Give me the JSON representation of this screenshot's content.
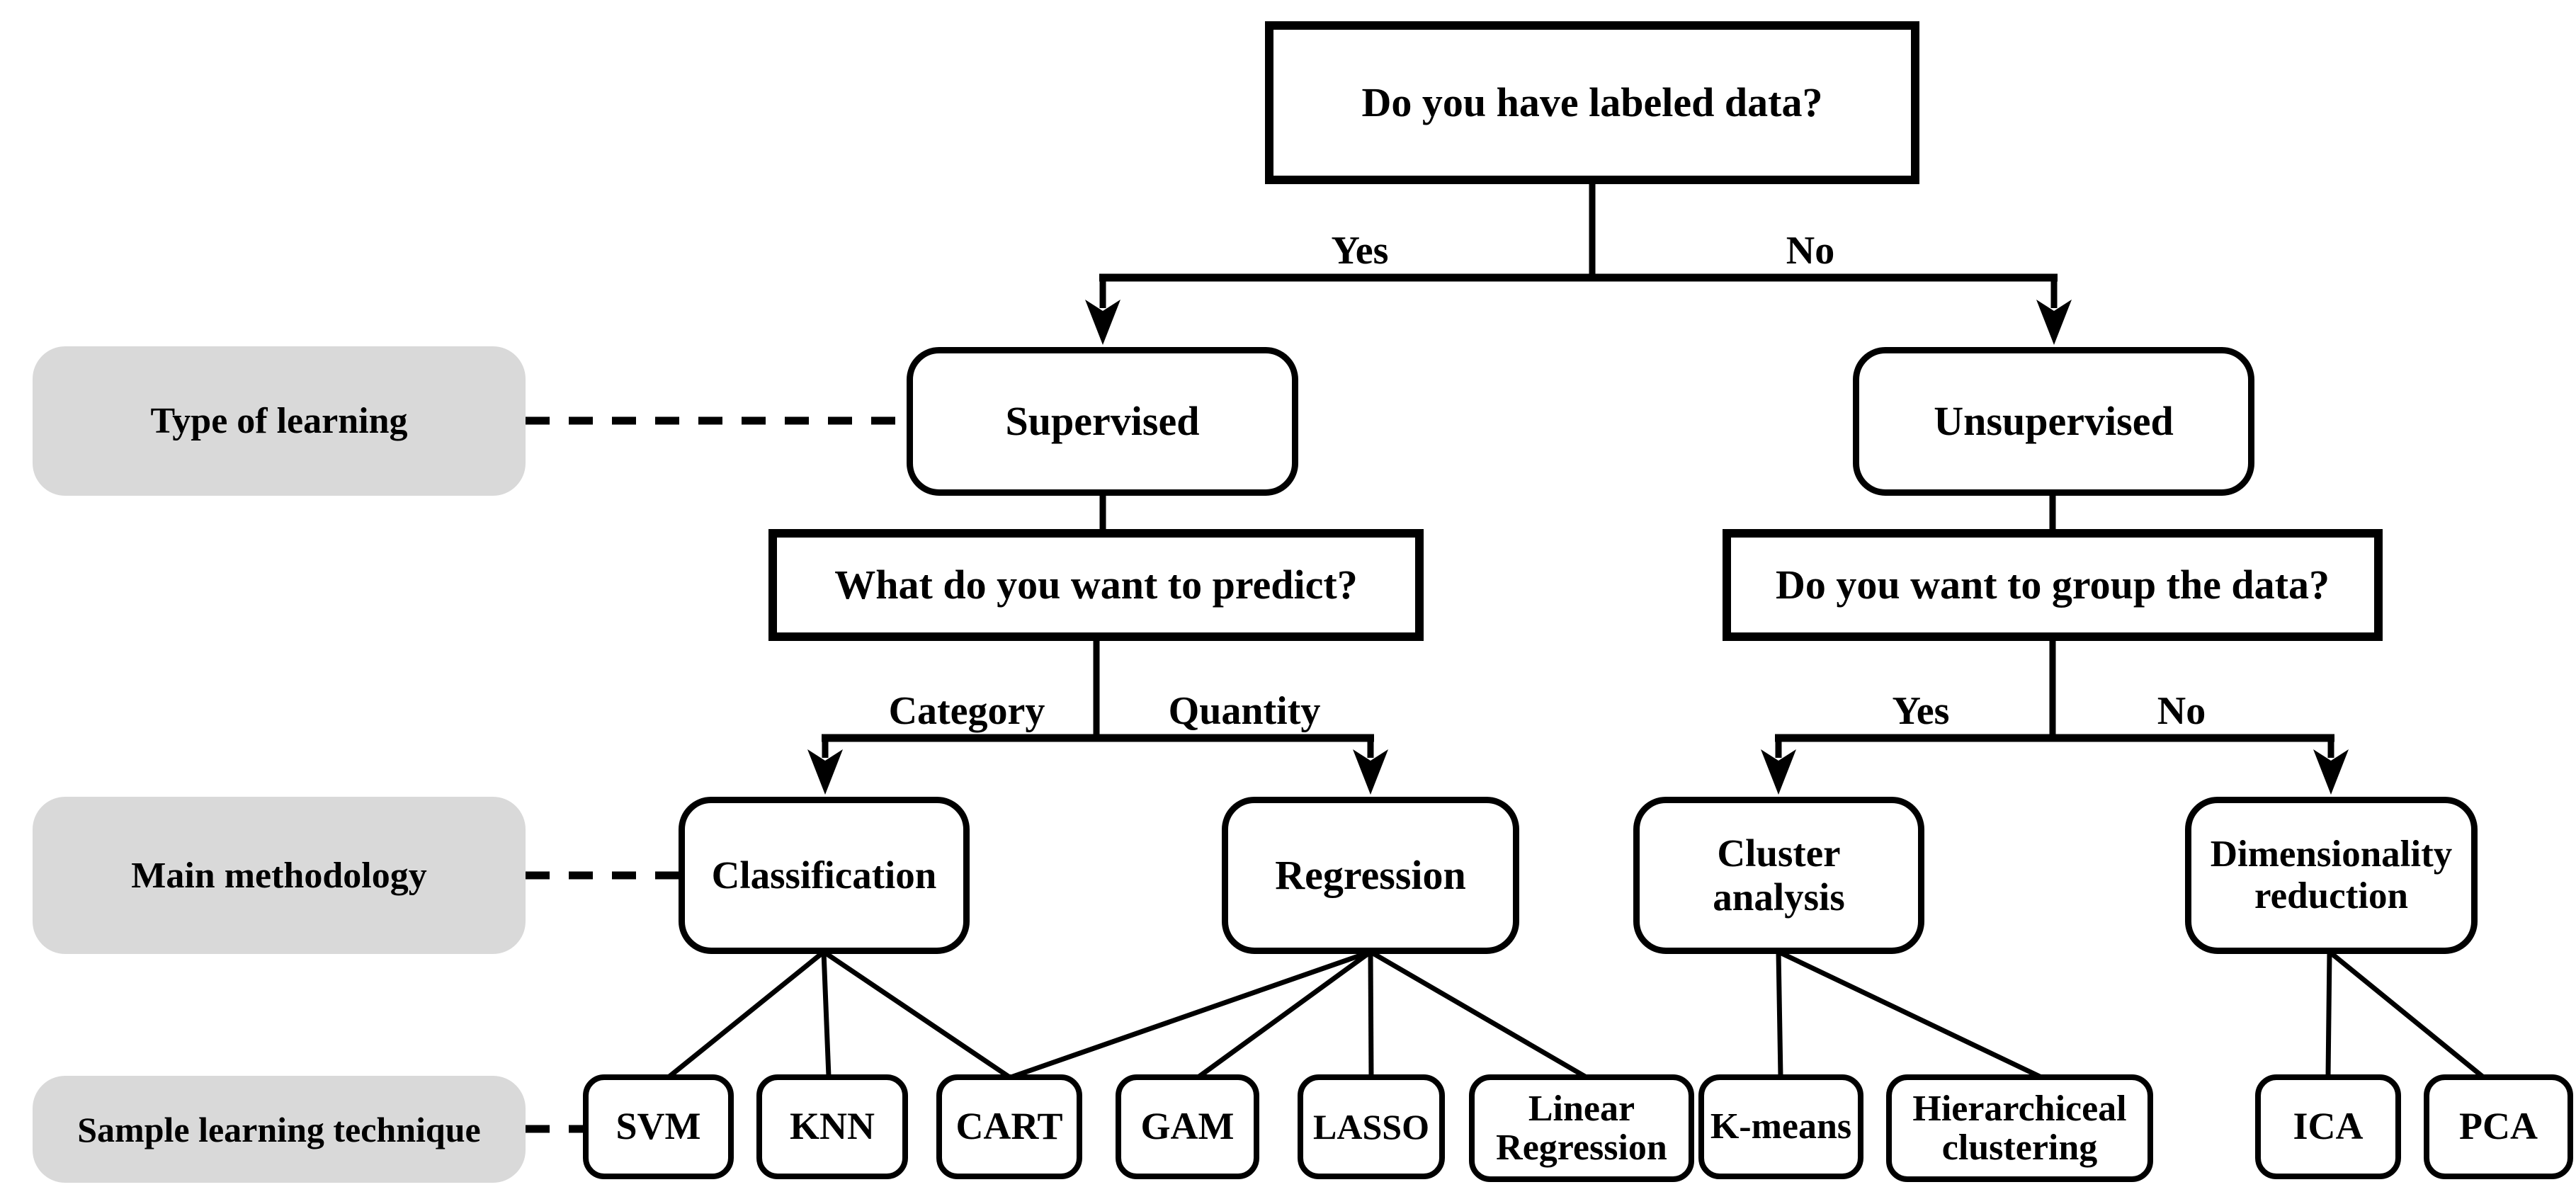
{
  "diagram": {
    "colors": {
      "background": "#ffffff",
      "line": "#000000",
      "row_label_fill": "#d9d9d9",
      "node_fill": "#ffffff",
      "text": "#000000"
    },
    "row_labels": {
      "type_of_learning": "Type of learning",
      "main_methodology": "Main methodology",
      "sample_learning_technique": "Sample learning technique"
    },
    "questions": {
      "labeled_data": "Do you have labeled data?",
      "predict": "What do you want to predict?",
      "group": "Do you want to group the data?"
    },
    "branches": {
      "labeled_yes": "Yes",
      "labeled_no": "No",
      "predict_category": "Category",
      "predict_quantity": "Quantity",
      "group_yes": "Yes",
      "group_no": "No"
    },
    "nodes": {
      "supervised": "Supervised",
      "unsupervised": "Unsupervised",
      "classification": "Classification",
      "regression": "Regression",
      "cluster_analysis": "Cluster\nanalysis",
      "dimensionality_reduction": "Dimensionality\nreduction"
    },
    "techniques": {
      "svm": "SVM",
      "knn": "KNN",
      "cart": "CART",
      "gam": "GAM",
      "lasso": "LASSO",
      "linear_regression": "Linear\nRegression",
      "kmeans": "K-means",
      "hierarchical_clustering": "Hierarchiceal\nclustering",
      "ica": "ICA",
      "pca": "PCA"
    }
  }
}
